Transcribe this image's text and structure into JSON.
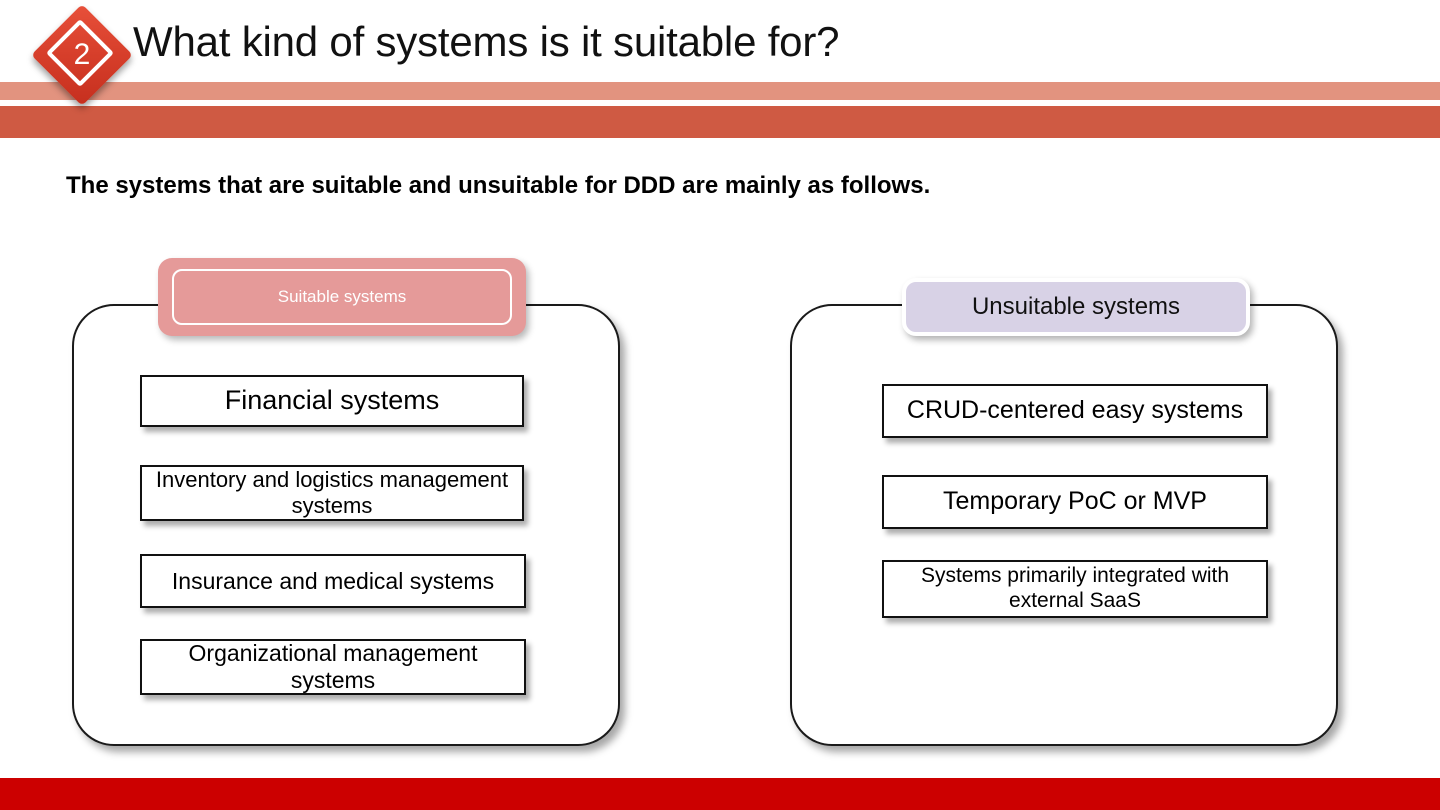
{
  "header": {
    "badge_number": "2",
    "badge_icon": "diamond-badge-icon",
    "title": "What kind of systems is it suitable for?",
    "bar_light_color": "#e2937f",
    "bar_dark_color": "#cf5a43"
  },
  "body": {
    "lead_text": "The systems that are suitable and unsuitable for DDD are mainly as follows."
  },
  "groups": [
    {
      "id": "suitable",
      "pill_label": "Suitable systems",
      "pill_color": "#e59a99",
      "pill_text_color": "#ffffff",
      "items": [
        "Financial systems",
        "Inventory and logistics management systems",
        "Insurance and medical systems",
        "Organizational management systems"
      ]
    },
    {
      "id": "unsuitable",
      "pill_label": "Unsuitable systems",
      "pill_color": "#d8d2e6",
      "pill_text_color": "#111111",
      "items": [
        "CRUD-centered easy systems",
        "Temporary PoC or MVP",
        "Systems primarily integrated with external SaaS"
      ]
    }
  ],
  "footer": {
    "bar_color": "#cc0000"
  }
}
